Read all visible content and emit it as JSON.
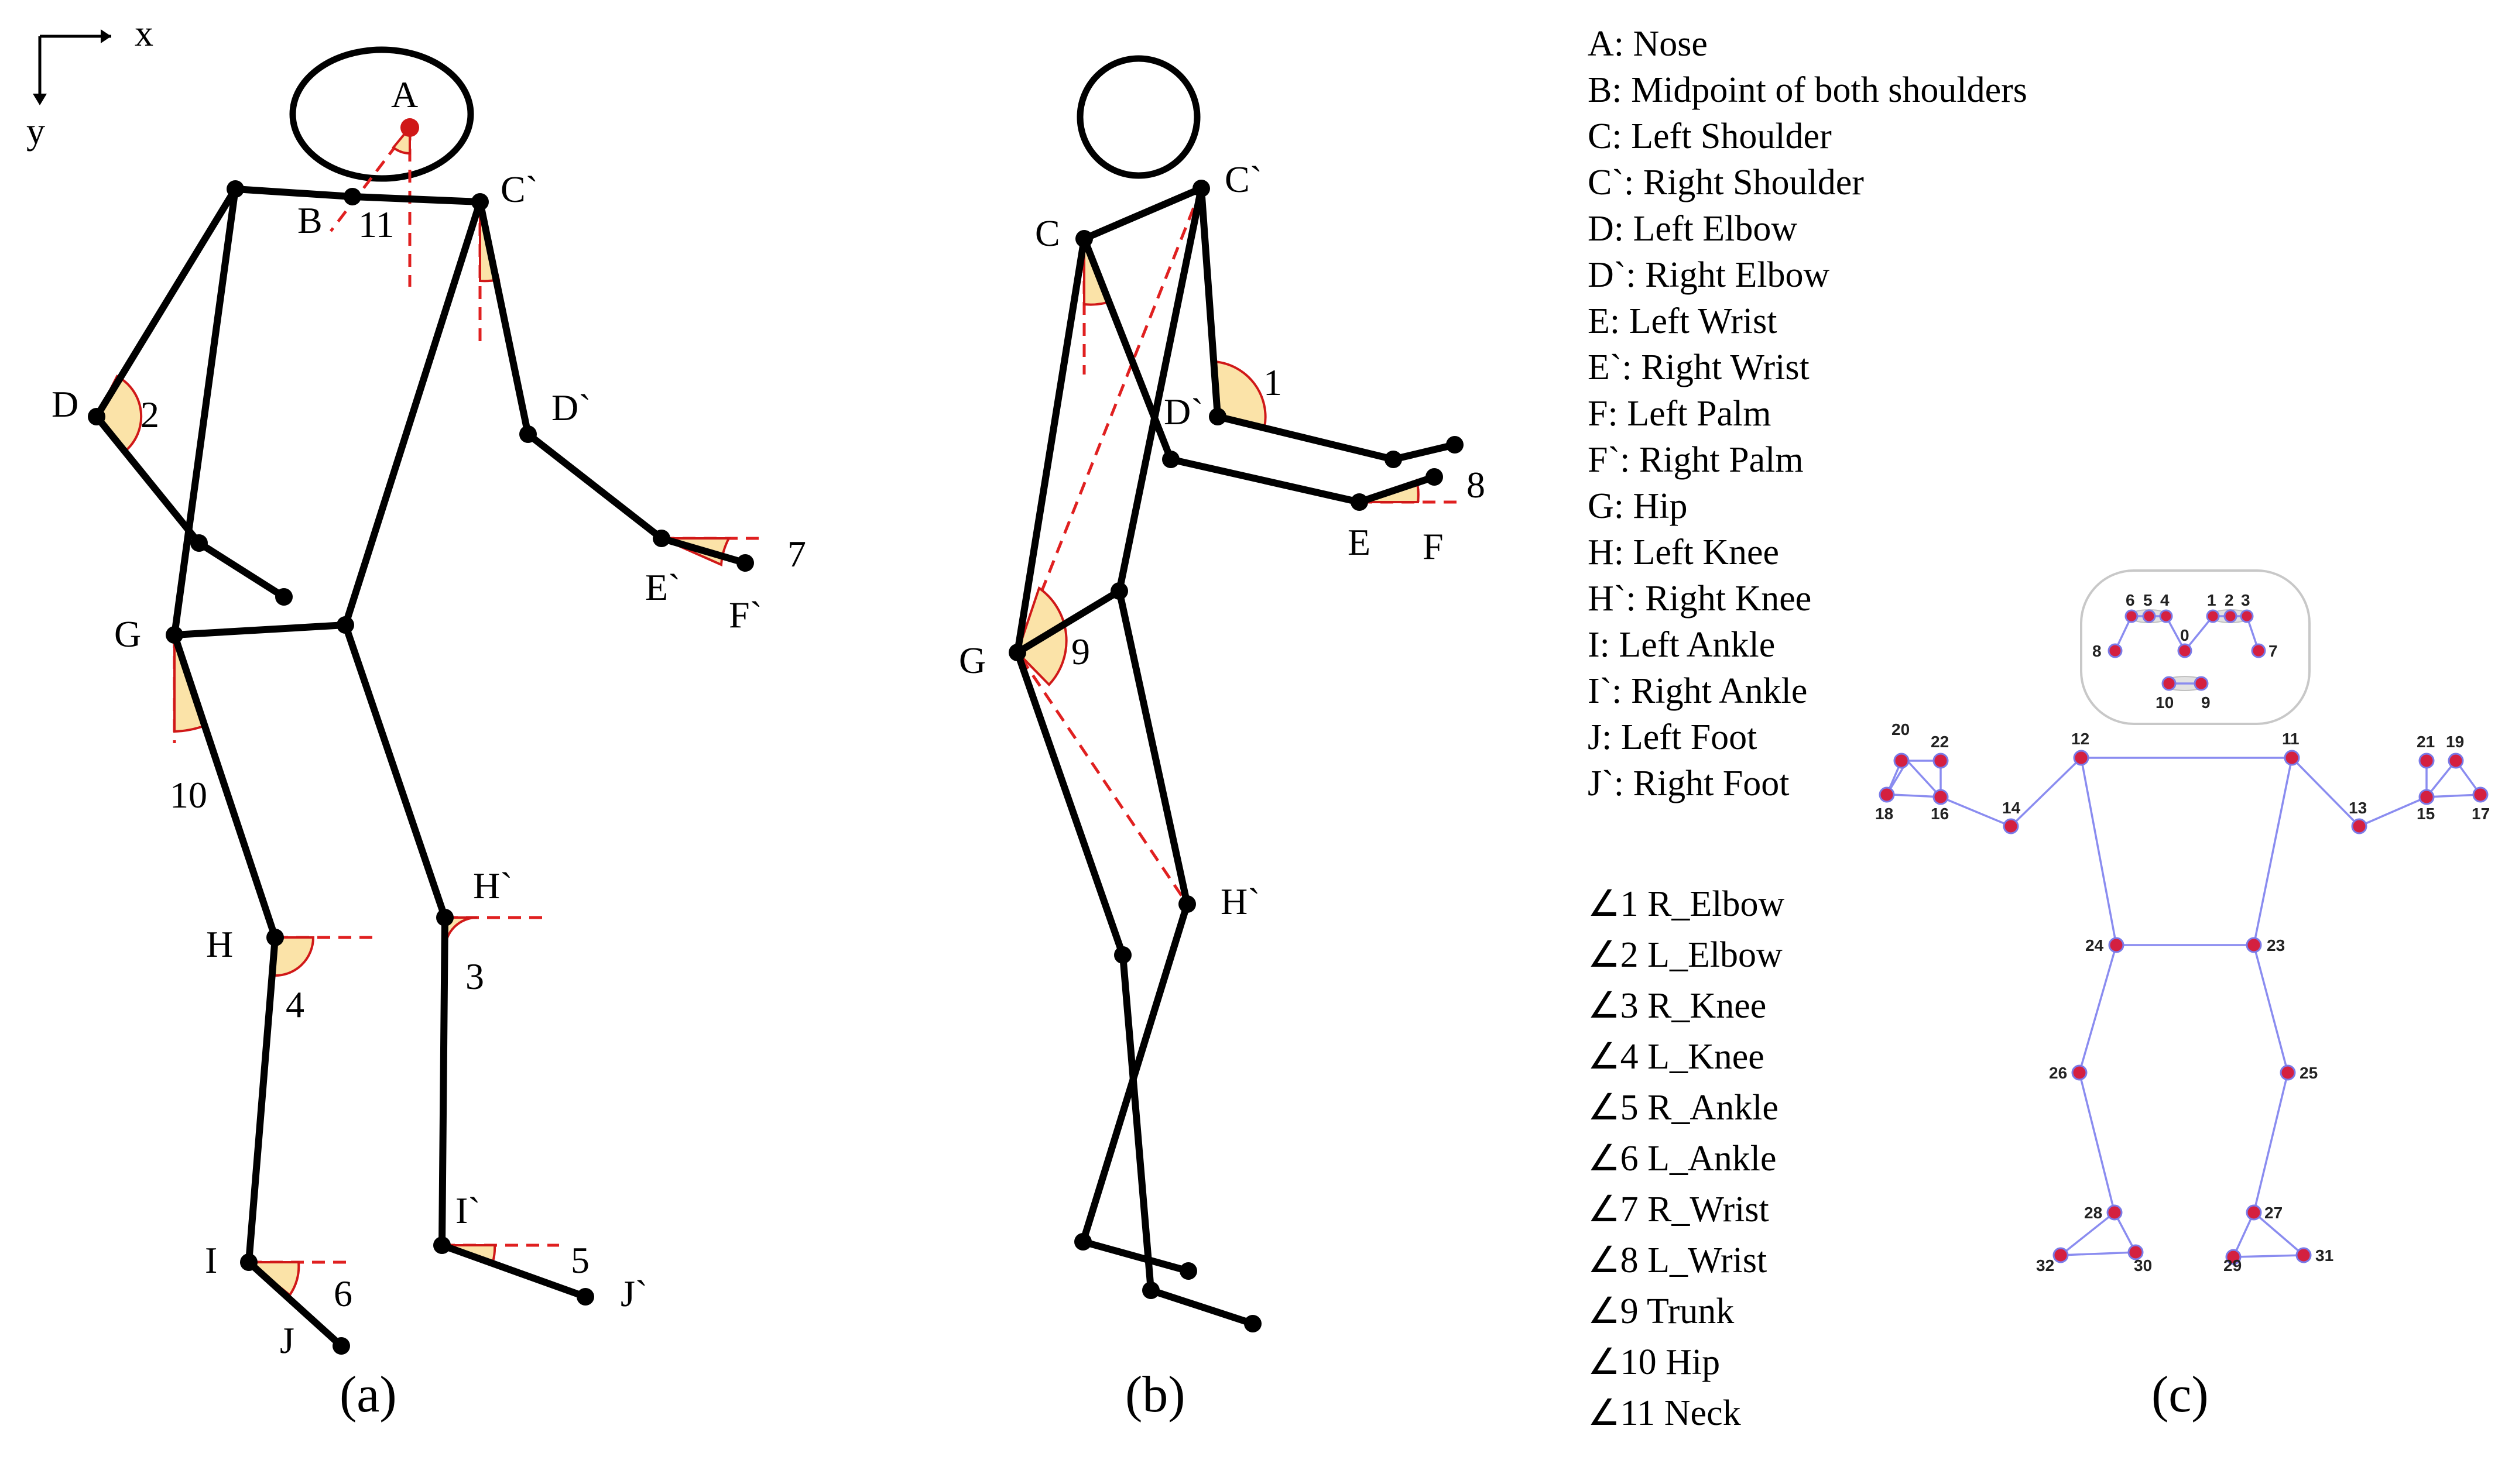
{
  "axes": {
    "x_label": "x",
    "y_label": "y"
  },
  "panel_a": {
    "caption": "(a)",
    "point_labels": {
      "A": "A",
      "B": "B",
      "C_prime": "C`",
      "D": "D",
      "D_prime": "D`",
      "E_prime": "E`",
      "F_prime": "F`",
      "G": "G",
      "H": "H",
      "H_prime": "H`",
      "I": "I",
      "I_prime": "I`",
      "J": "J",
      "J_prime": "J`"
    },
    "angle_labels": {
      "a11": "11",
      "a2": "2",
      "a7": "7",
      "a10": "10",
      "a4": "4",
      "a3": "3",
      "a6": "6",
      "a5": "5"
    }
  },
  "panel_b": {
    "caption": "(b)",
    "point_labels": {
      "C": "C",
      "C_prime": "C`",
      "D_prime": "D`",
      "E": "E",
      "F": "F",
      "G": "G",
      "H_prime": "H`"
    },
    "angle_labels": {
      "a1": "1",
      "a8": "8",
      "a9": "9"
    }
  },
  "legend": {
    "points": [
      "A: Nose",
      "B: Midpoint of both shoulders",
      "C: Left Shoulder",
      "C`: Right Shoulder",
      "D: Left Elbow",
      "D`: Right Elbow",
      "E: Left Wrist",
      "E`: Right Wrist",
      "F: Left Palm",
      "F`: Right Palm",
      "G: Hip",
      "H: Left Knee",
      "H`: Right Knee",
      "I: Left Ankle",
      "I`: Right Ankle",
      "J: Left Foot",
      "J`: Right Foot"
    ],
    "angles": [
      "∠1 R_Elbow",
      "∠2 L_Elbow",
      "∠3 R_Knee",
      "∠4 L_Knee",
      "∠5 R_Ankle",
      "∠6 L_Ankle",
      "∠7 R_Wrist",
      "∠8 L_Wrist",
      "∠9 Trunk",
      "∠10 Hip",
      "∠11 Neck"
    ]
  },
  "panel_c": {
    "caption": "(c)",
    "landmarks": [
      "0",
      "1",
      "2",
      "3",
      "4",
      "5",
      "6",
      "7",
      "8",
      "9",
      "10",
      "11",
      "12",
      "13",
      "14",
      "15",
      "16",
      "17",
      "18",
      "19",
      "20",
      "21",
      "22",
      "23",
      "24",
      "25",
      "26",
      "27",
      "28",
      "29",
      "30",
      "31",
      "32"
    ]
  },
  "colors": {
    "bone": "#000000",
    "reference_line": "#e02020",
    "angle_fill": "#fbe3a8",
    "landmark_line": "#8a8cf0",
    "landmark_point": "#d42040"
  }
}
